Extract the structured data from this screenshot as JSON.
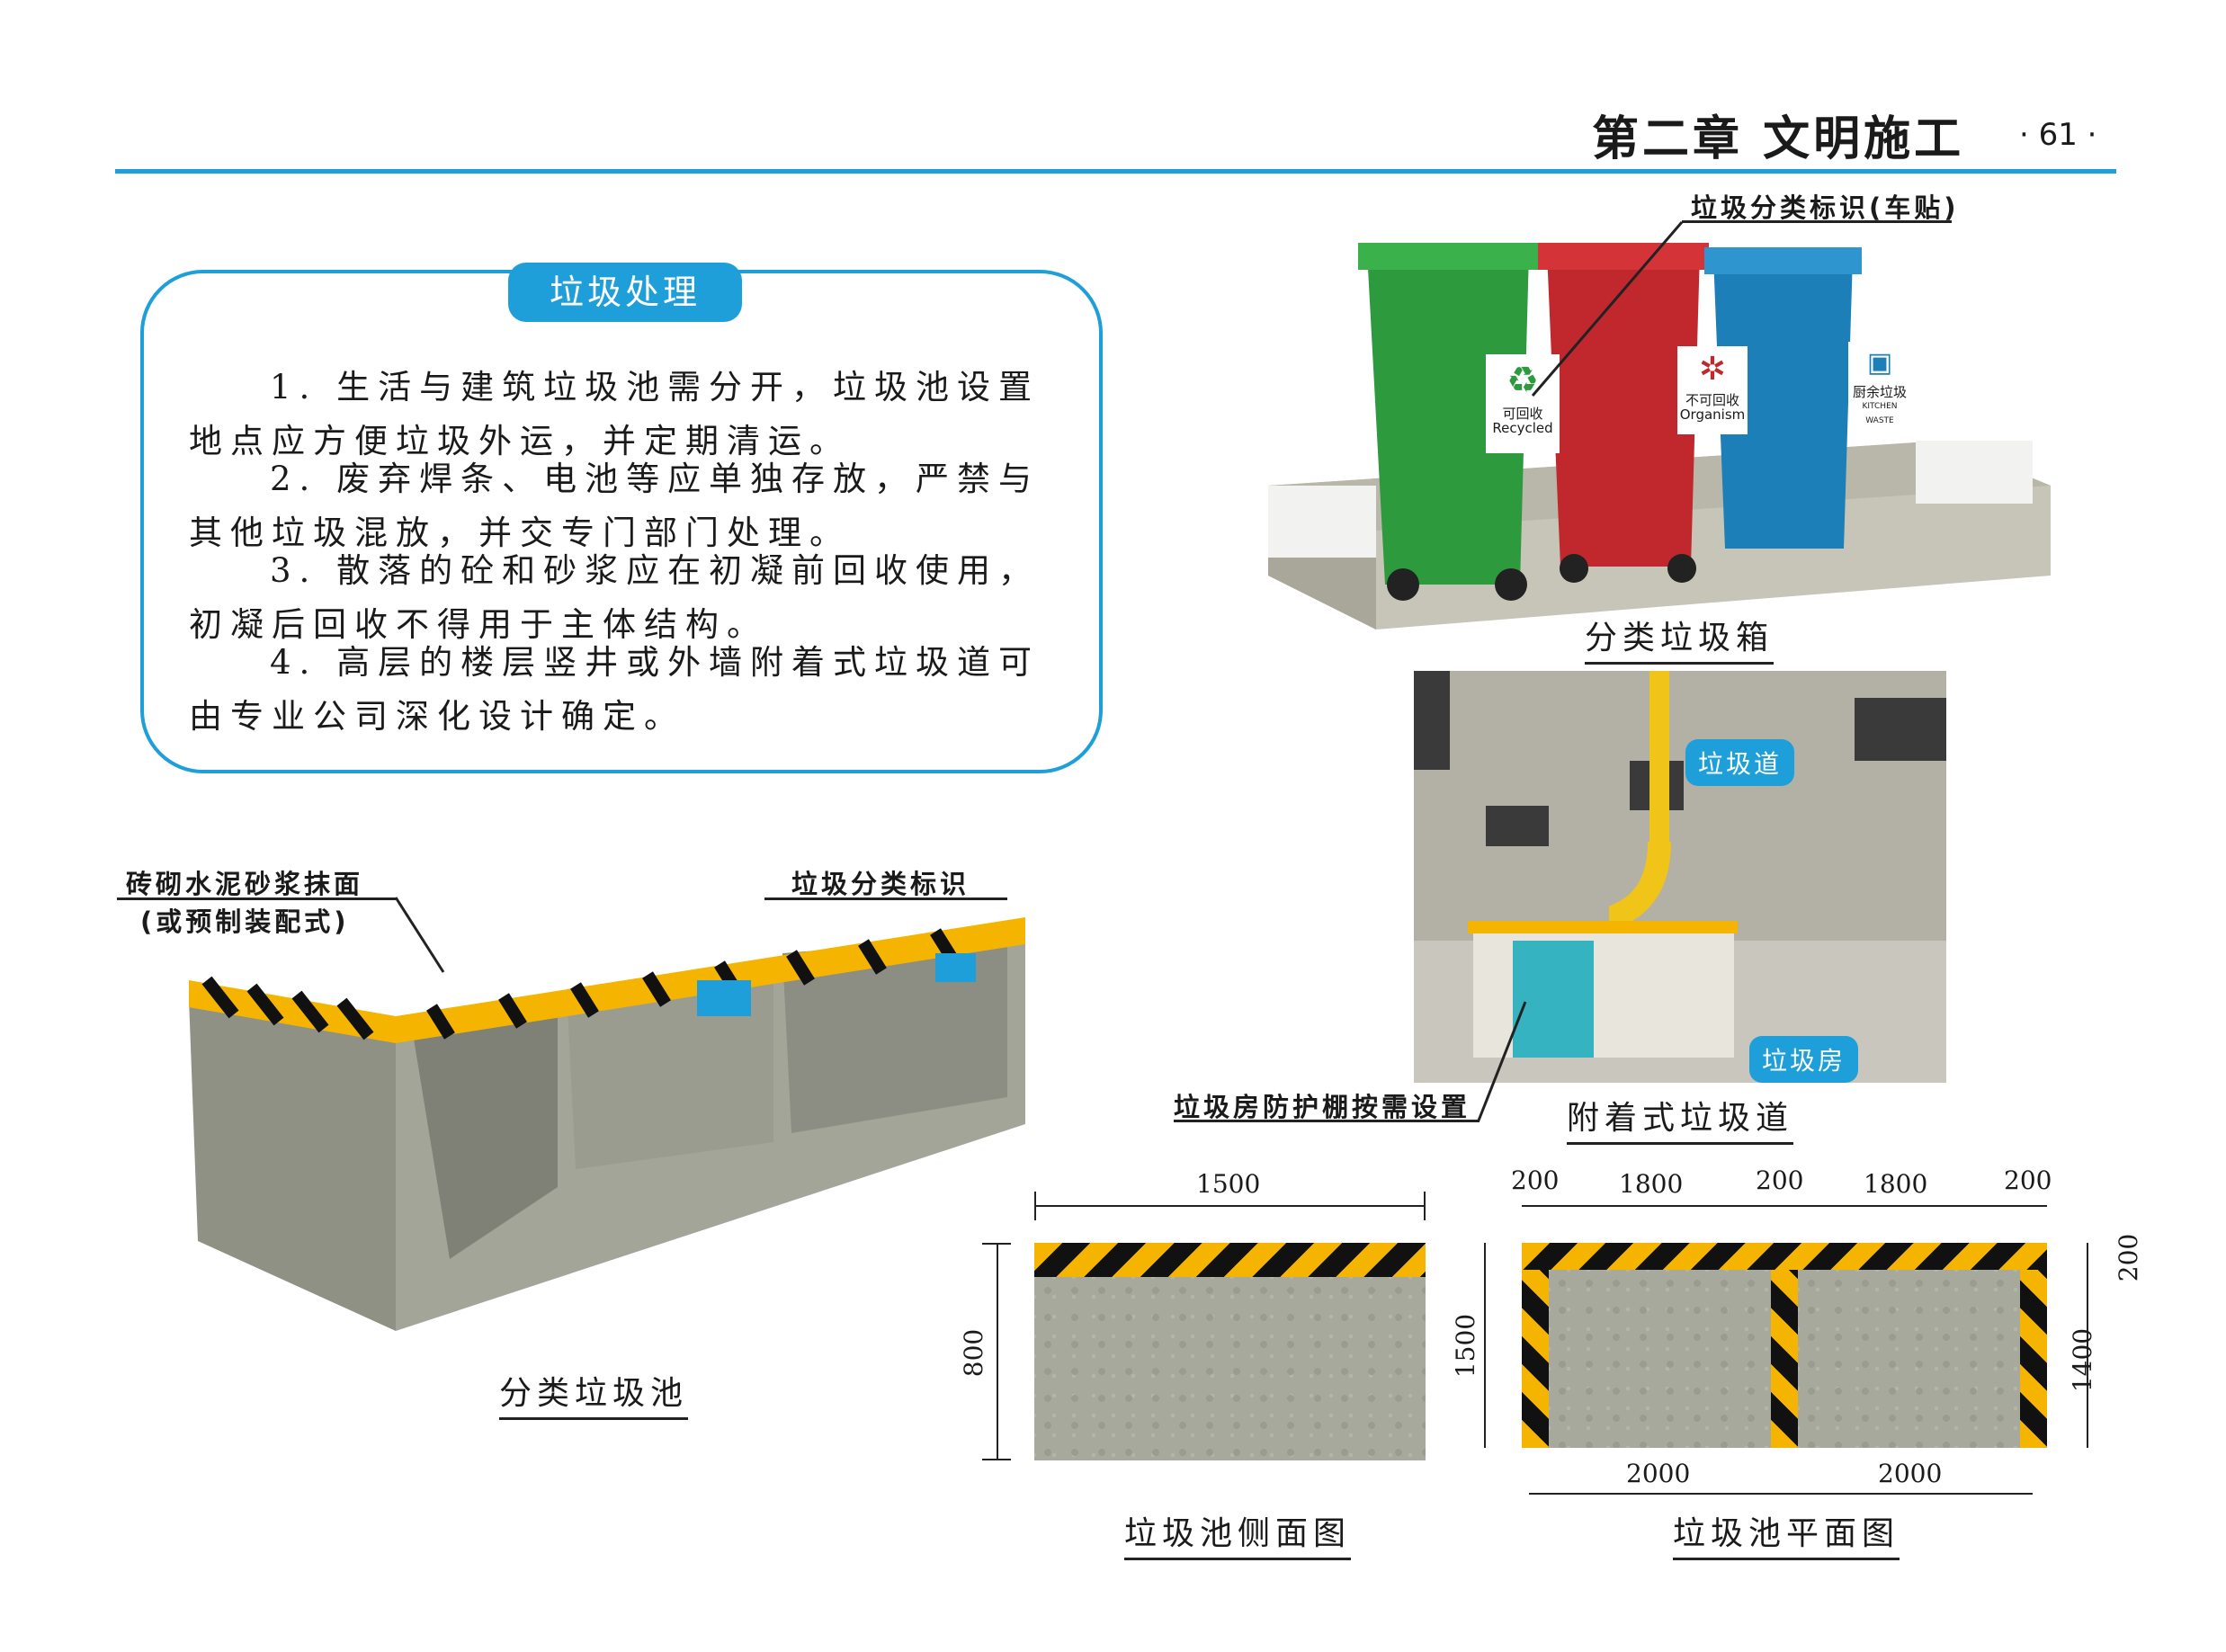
{
  "header": {
    "chapter": "第二章  文明施工",
    "page_number": "· 61 ·"
  },
  "textbox": {
    "title": "垃圾处理",
    "paragraphs": [
      [
        "1. 生活与建筑垃圾池需分开，垃圾池设置",
        "地点应方便垃圾外运，并定期清运。"
      ],
      [
        "2. 废弃焊条、电池等应单独存放，严禁与",
        "其他垃圾混放，并交专门部门处理。"
      ],
      [
        "3. 散落的砼和砂浆应在初凝前回收使用，",
        "初凝后回收不得用于主体结构。"
      ],
      [
        "4. 高层的楼层竖井或外墙附着式垃圾道可",
        "由专业公司深化设计确定。"
      ]
    ]
  },
  "bins": {
    "callout": "垃圾分类标识(车贴)",
    "caption": "分类垃圾箱",
    "labels": [
      {
        "cn": "可回收",
        "en": "Recycled",
        "color": "#2e9a3e"
      },
      {
        "cn": "不可回收",
        "en": "Organism",
        "color": "#c0282d"
      },
      {
        "cn": "厨余垃圾",
        "en": "KITCHEN WASTE",
        "color": "#1d7fb8"
      }
    ]
  },
  "chute": {
    "tag_chute": "垃圾道",
    "tag_room": "垃圾房",
    "callout": "垃圾房防护棚按需设置",
    "caption": "附着式垃圾道"
  },
  "pool3d": {
    "callout_left_1": "砖砌水泥砂浆抹面",
    "callout_left_2": "(或预制装配式)",
    "callout_right": "垃圾分类标识",
    "caption": "分类垃圾池"
  },
  "side_view": {
    "caption": "垃圾池侧面图",
    "width": "1500",
    "height": "800"
  },
  "plan_view": {
    "caption": "垃圾池平面图",
    "top_dims": [
      "200",
      "1800",
      "200",
      "1800",
      "200"
    ],
    "bottom_dims": [
      "2000",
      "2000"
    ],
    "left_dim": "1500",
    "right_dims": [
      "200",
      "1400"
    ]
  },
  "colors": {
    "accent": "#1e9fd9",
    "hazard_yellow": "#f5b400",
    "chute_yellow": "#f0c419"
  }
}
